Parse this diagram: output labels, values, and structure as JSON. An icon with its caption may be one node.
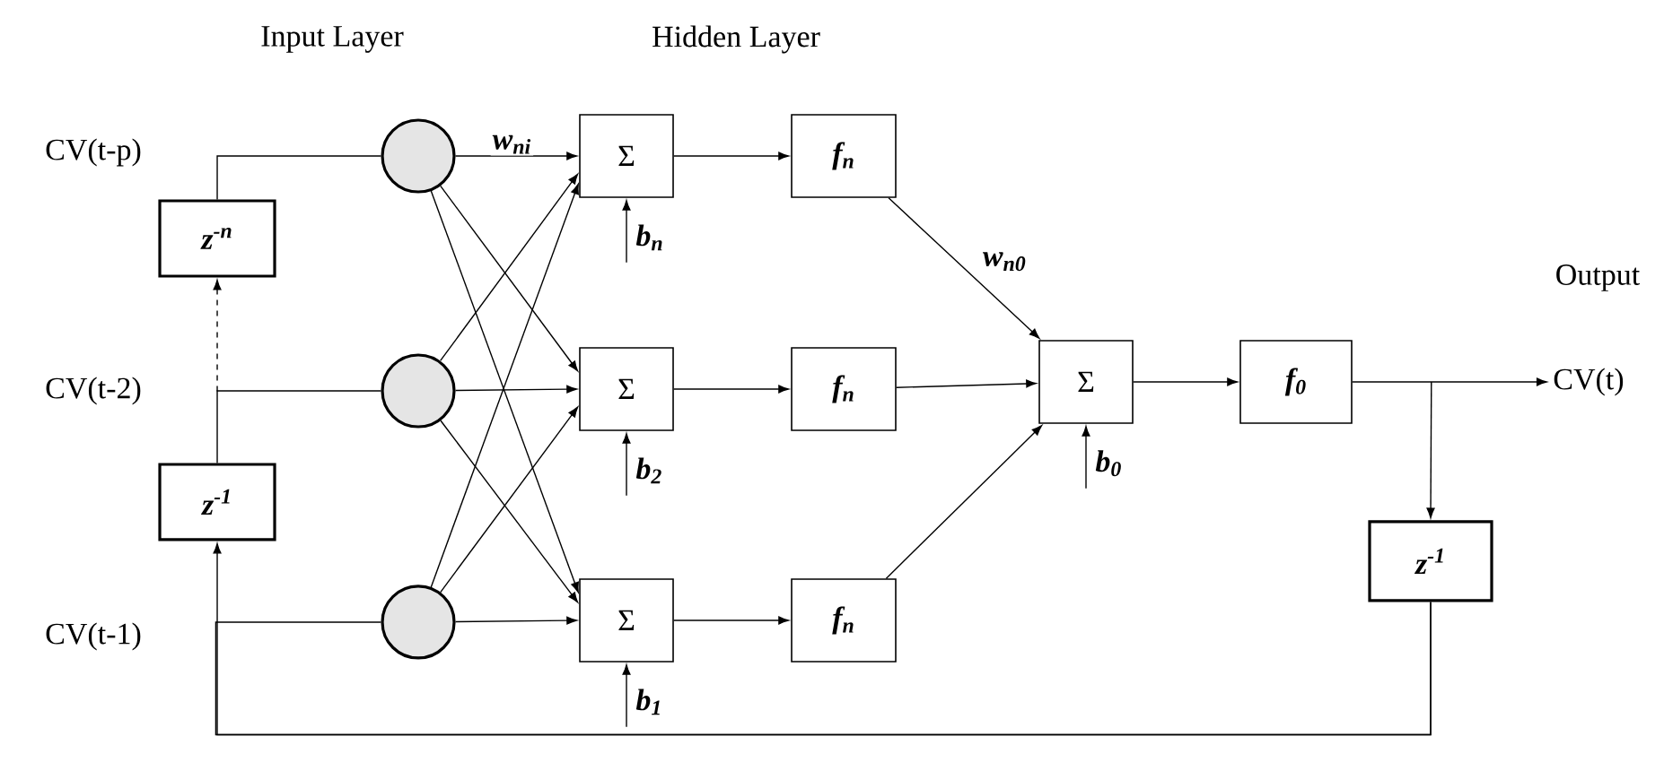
{
  "diagram": {
    "nodes": [
      {
        "text": [
          "z$^{-n}$"
        ]
      },
      {
        "text": [
          "z$^{-1}$"
        ]
      },
      {
        "text": [],
        "shape": "circle"
      },
      {
        "text": [],
        "shape": "circle"
      },
      {
        "text": [],
        "shape": "circle"
      },
      {
        "text": [
          "Σ"
        ]
      },
      {
        "text": [
          "Σ"
        ]
      },
      {
        "text": [
          "Σ"
        ]
      },
      {
        "text": [
          "f$_{n}$"
        ]
      },
      {
        "text": [
          "f$_{n}$"
        ]
      },
      {
        "text": [
          "f$_{n}$"
        ]
      },
      {
        "text": [
          "Σ"
        ]
      },
      {
        "text": [
          "f$_{0}$"
        ]
      },
      {
        "text": [
          "z$^{-1}$"
        ]
      },
      {
        "text": [
          "CV(t)"
        ]
      }
    ],
    "edges": [
      {
        "from": 1,
        "to": 0,
        "arrow": "to",
        "style": "dashed"
      },
      {
        "from": 1,
        "to": 3,
        "arrow": "none"
      },
      {
        "from": 0,
        "to": 2,
        "arrow": "none"
      },
      {
        "from": 13,
        "to": 1,
        "arrow": "to"
      },
      {
        "from": 13,
        "to": 4,
        "arrow": "none"
      },
      {
        "from": 2,
        "to": 5,
        "arrow": "to",
        "label": "w$_{ni}$"
      },
      {
        "from": 2,
        "to": 6,
        "arrow": "to"
      },
      {
        "from": 2,
        "to": 7,
        "arrow": "to"
      },
      {
        "from": 3,
        "to": 5,
        "arrow": "to"
      },
      {
        "from": 3,
        "to": 6,
        "arrow": "to"
      },
      {
        "from": 3,
        "to": 7,
        "arrow": "to"
      },
      {
        "from": 4,
        "to": 5,
        "arrow": "to"
      },
      {
        "from": 4,
        "to": 6,
        "arrow": "to"
      },
      {
        "from": 4,
        "to": 7,
        "arrow": "to"
      },
      {
        "from": 5,
        "to": 8,
        "arrow": "to"
      },
      {
        "from": 6,
        "to": 9,
        "arrow": "to"
      },
      {
        "from": 7,
        "to": 10,
        "arrow": "to"
      },
      {
        "from": 8,
        "to": 11,
        "arrow": "to",
        "label": "w$_{n0}$"
      },
      {
        "from": 9,
        "to": 11,
        "arrow": "to"
      },
      {
        "from": 10,
        "to": 11,
        "arrow": "to"
      },
      {
        "from": 11,
        "to": 12,
        "arrow": "to"
      },
      {
        "from": 12,
        "to": 14,
        "arrow": "to"
      },
      {
        "from": 12,
        "to": 13,
        "arrow": "to"
      },
      {
        "from": null,
        "to": 5,
        "arrow": "to",
        "label": "b$_{n}$"
      },
      {
        "from": null,
        "to": 6,
        "arrow": "to",
        "label": "b$_{2}$"
      },
      {
        "from": null,
        "to": 7,
        "arrow": "to",
        "label": "b$_{1}$"
      },
      {
        "from": null,
        "to": 11,
        "arrow": "to",
        "label": "b$_{0}$"
      }
    ],
    "labels": [
      "Input Layer",
      "Hidden Layer",
      "Output",
      "CV(t-p)",
      "CV(t-2)",
      "CV(t-1)"
    ]
  }
}
